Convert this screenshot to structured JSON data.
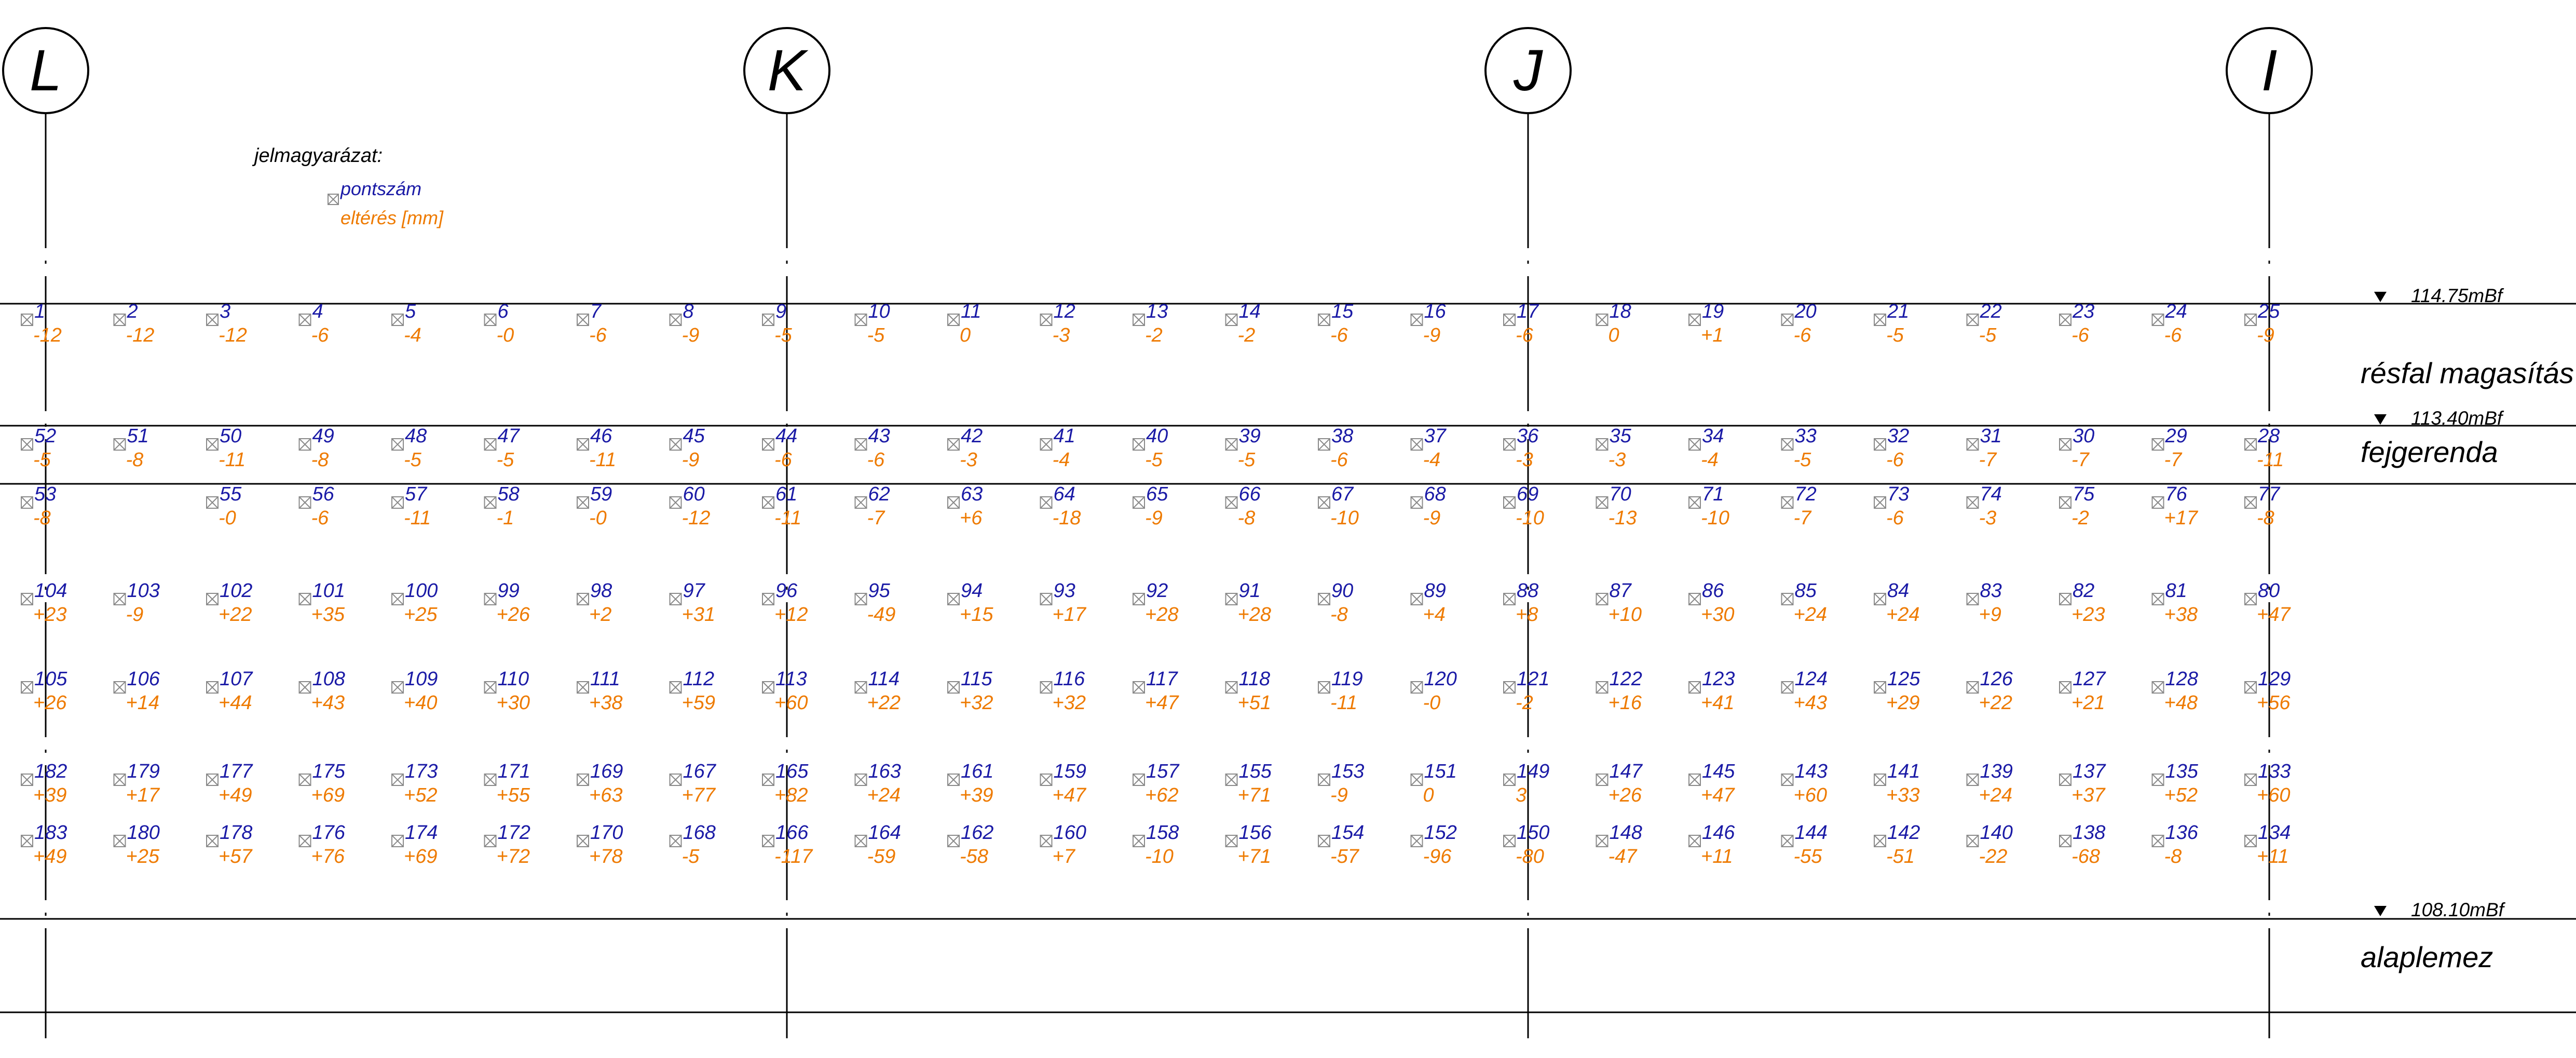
{
  "colors": {
    "line": "#000000",
    "number": "#1a1aa6",
    "deviation": "#ee7a00",
    "marker": "#8a8a8a"
  },
  "grid_axes": [
    "L",
    "K",
    "J",
    "I"
  ],
  "legend": {
    "title": "jelmagyarázat:",
    "number_label": "pontszám",
    "deviation_label": "eltérés [mm]"
  },
  "levels": [
    {
      "label": "114.75mBf"
    },
    {
      "label": "113.40mBf"
    },
    {
      "label": "108.10mBf"
    }
  ],
  "zones": [
    {
      "label": "résfal magasítás"
    },
    {
      "label": "fejgerenda"
    },
    {
      "label": "alaplemez"
    }
  ],
  "rows": [
    {
      "numbers": [
        "1",
        "2",
        "3",
        "4",
        "5",
        "6",
        "7",
        "8",
        "9",
        "10",
        "11",
        "12",
        "13",
        "14",
        "15",
        "16",
        "17",
        "18",
        "19",
        "20",
        "21",
        "22",
        "23",
        "24",
        "25"
      ],
      "deviations": [
        "-12",
        "-12",
        "-12",
        "-6",
        "-4",
        "-0",
        "-6",
        "-9",
        "-5",
        "-5",
        "0",
        "-3",
        "-2",
        "-2",
        "-6",
        "-9",
        "-6",
        "0",
        "+1",
        "-6",
        "-5",
        "-5",
        "-6",
        "-6",
        "-9"
      ]
    },
    {
      "numbers": [
        "52",
        "51",
        "50",
        "49",
        "48",
        "47",
        "46",
        "45",
        "44",
        "43",
        "42",
        "41",
        "40",
        "39",
        "38",
        "37",
        "36",
        "35",
        "34",
        "33",
        "32",
        "31",
        "30",
        "29",
        "28"
      ],
      "deviations": [
        "-5",
        "-8",
        "-11",
        "-8",
        "-5",
        "-5",
        "-11",
        "-9",
        "-6",
        "-6",
        "-3",
        "-4",
        "-5",
        "-5",
        "-6",
        "-4",
        "-3",
        "-3",
        "-4",
        "-5",
        "-6",
        "-7",
        "-7",
        "-7",
        "-11"
      ]
    },
    {
      "numbers": [
        "53",
        "",
        "55",
        "56",
        "57",
        "58",
        "59",
        "60",
        "61",
        "62",
        "63",
        "64",
        "65",
        "66",
        "67",
        "68",
        "69",
        "70",
        "71",
        "72",
        "73",
        "74",
        "75",
        "76",
        "77"
      ],
      "deviations": [
        "-8",
        "",
        "-0",
        "-6",
        "-11",
        "-1",
        "-0",
        "-12",
        "-11",
        "-7",
        "+6",
        "-18",
        "-9",
        "-8",
        "-10",
        "-9",
        "-10",
        "-13",
        "-10",
        "-7",
        "-6",
        "-3",
        "-2",
        "+17",
        "-8"
      ]
    },
    {
      "numbers": [
        "104",
        "103",
        "102",
        "101",
        "100",
        "99",
        "98",
        "97",
        "96",
        "95",
        "94",
        "93",
        "92",
        "91",
        "90",
        "89",
        "88",
        "87",
        "86",
        "85",
        "84",
        "83",
        "82",
        "81",
        "80"
      ],
      "deviations": [
        "+23",
        "-9",
        "+22",
        "+35",
        "+25",
        "+26",
        "+2",
        "+31",
        "+12",
        "-49",
        "+15",
        "+17",
        "+28",
        "+28",
        "-8",
        "+4",
        "+8",
        "+10",
        "+30",
        "+24",
        "+24",
        "+9",
        "+23",
        "+38",
        "+47"
      ]
    },
    {
      "numbers": [
        "105",
        "106",
        "107",
        "108",
        "109",
        "110",
        "111",
        "112",
        "113",
        "114",
        "115",
        "116",
        "117",
        "118",
        "119",
        "120",
        "121",
        "122",
        "123",
        "124",
        "125",
        "126",
        "127",
        "128",
        "129"
      ],
      "deviations": [
        "+26",
        "+14",
        "+44",
        "+43",
        "+40",
        "+30",
        "+38",
        "+59",
        "+60",
        "+22",
        "+32",
        "+32",
        "+47",
        "+51",
        "-11",
        "-0",
        "-2",
        "+16",
        "+41",
        "+43",
        "+29",
        "+22",
        "+21",
        "+48",
        "+56"
      ]
    },
    {
      "numbers": [
        "182",
        "179",
        "177",
        "175",
        "173",
        "171",
        "169",
        "167",
        "165",
        "163",
        "161",
        "159",
        "157",
        "155",
        "153",
        "151",
        "149",
        "147",
        "145",
        "143",
        "141",
        "139",
        "137",
        "135",
        "133"
      ],
      "deviations": [
        "+39",
        "+17",
        "+49",
        "+69",
        "+52",
        "+55",
        "+63",
        "+77",
        "+82",
        "+24",
        "+39",
        "+47",
        "+62",
        "+71",
        "-9",
        "0",
        "3",
        "+26",
        "+47",
        "+60",
        "+33",
        "+24",
        "+37",
        "+52",
        "+60"
      ]
    },
    {
      "numbers": [
        "183",
        "180",
        "178",
        "176",
        "174",
        "172",
        "170",
        "168",
        "166",
        "164",
        "162",
        "160",
        "158",
        "156",
        "154",
        "152",
        "150",
        "148",
        "146",
        "144",
        "142",
        "140",
        "138",
        "136",
        "134"
      ],
      "deviations": [
        "+49",
        "+25",
        "+57",
        "+76",
        "+69",
        "+72",
        "+78",
        "-5",
        "-117",
        "-59",
        "-58",
        "+7",
        "-10",
        "+71",
        "-57",
        "-96",
        "-80",
        "-47",
        "+11",
        "-55",
        "-51",
        "-22",
        "-68",
        "-8",
        "+11"
      ]
    }
  ]
}
